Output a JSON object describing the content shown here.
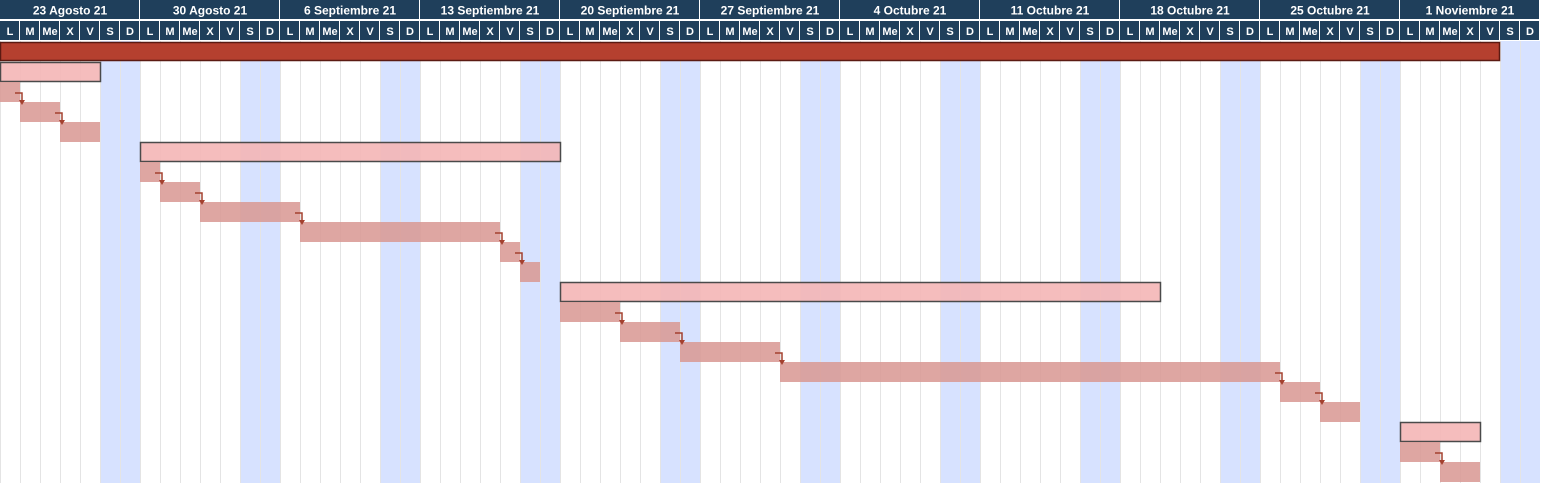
{
  "chart_data": {
    "type": "gantt",
    "timeline": {
      "weeks": [
        "23 Agosto 21",
        "30 Agosto 21",
        "6 Septiembre 21",
        "13 Septiembre 21",
        "20 Septiembre 21",
        "27 Septiembre 21",
        "4 Octubre 21",
        "11 Octubre 21",
        "18 Octubre 21",
        "25 Octubre 21",
        "1 Noviembre 21"
      ],
      "day_letters": [
        "L",
        "M",
        "Me",
        "X",
        "V",
        "S",
        "D"
      ],
      "weekend_day_indices": [
        5,
        6
      ]
    },
    "tasks": [
      {
        "kind": "project",
        "start": "2021-08-23",
        "end": "2021-11-05"
      },
      {
        "kind": "summary",
        "start": "2021-08-23",
        "end": "2021-08-27"
      },
      {
        "kind": "task",
        "start": "2021-08-23",
        "end": "2021-08-23"
      },
      {
        "kind": "task",
        "start": "2021-08-24",
        "end": "2021-08-25"
      },
      {
        "kind": "task",
        "start": "2021-08-26",
        "end": "2021-08-27"
      },
      {
        "kind": "summary",
        "start": "2021-08-30",
        "end": "2021-09-19"
      },
      {
        "kind": "task",
        "start": "2021-08-30",
        "end": "2021-08-30"
      },
      {
        "kind": "task",
        "start": "2021-08-31",
        "end": "2021-09-01"
      },
      {
        "kind": "task",
        "start": "2021-09-02",
        "end": "2021-09-06"
      },
      {
        "kind": "task",
        "start": "2021-09-07",
        "end": "2021-09-16"
      },
      {
        "kind": "task",
        "start": "2021-09-17",
        "end": "2021-09-17"
      },
      {
        "kind": "task",
        "start": "2021-09-18",
        "end": "2021-09-18"
      },
      {
        "kind": "summary",
        "start": "2021-09-20",
        "end": "2021-10-19"
      },
      {
        "kind": "task",
        "start": "2021-09-20",
        "end": "2021-09-22"
      },
      {
        "kind": "task",
        "start": "2021-09-23",
        "end": "2021-09-25"
      },
      {
        "kind": "task",
        "start": "2021-09-26",
        "end": "2021-09-30"
      },
      {
        "kind": "task",
        "start": "2021-10-01",
        "end": "2021-10-25"
      },
      {
        "kind": "task",
        "start": "2021-10-26",
        "end": "2021-10-27"
      },
      {
        "kind": "task",
        "start": "2021-10-28",
        "end": "2021-10-29"
      },
      {
        "kind": "summary",
        "start": "2021-11-01",
        "end": "2021-11-04"
      },
      {
        "kind": "task",
        "start": "2021-11-01",
        "end": "2021-11-02"
      },
      {
        "kind": "task",
        "start": "2021-11-03",
        "end": "2021-11-04"
      }
    ],
    "dependencies": [
      [
        2,
        3
      ],
      [
        3,
        4
      ],
      [
        6,
        7
      ],
      [
        7,
        8
      ],
      [
        8,
        9
      ],
      [
        9,
        10
      ],
      [
        10,
        11
      ],
      [
        13,
        14
      ],
      [
        14,
        15
      ],
      [
        15,
        16
      ],
      [
        16,
        17
      ],
      [
        17,
        18
      ],
      [
        20,
        21
      ]
    ]
  },
  "colors": {
    "header_bg": "#1f3f5b",
    "weekend_bg": "#d7e2ff",
    "grid_line": "#e4e4e4",
    "project_fill": "#b5402f",
    "summary_fill": "#f4b6b6",
    "task_fill": "#d99a95",
    "outline": "#4a4a4a",
    "arrow": "#a4402f"
  }
}
